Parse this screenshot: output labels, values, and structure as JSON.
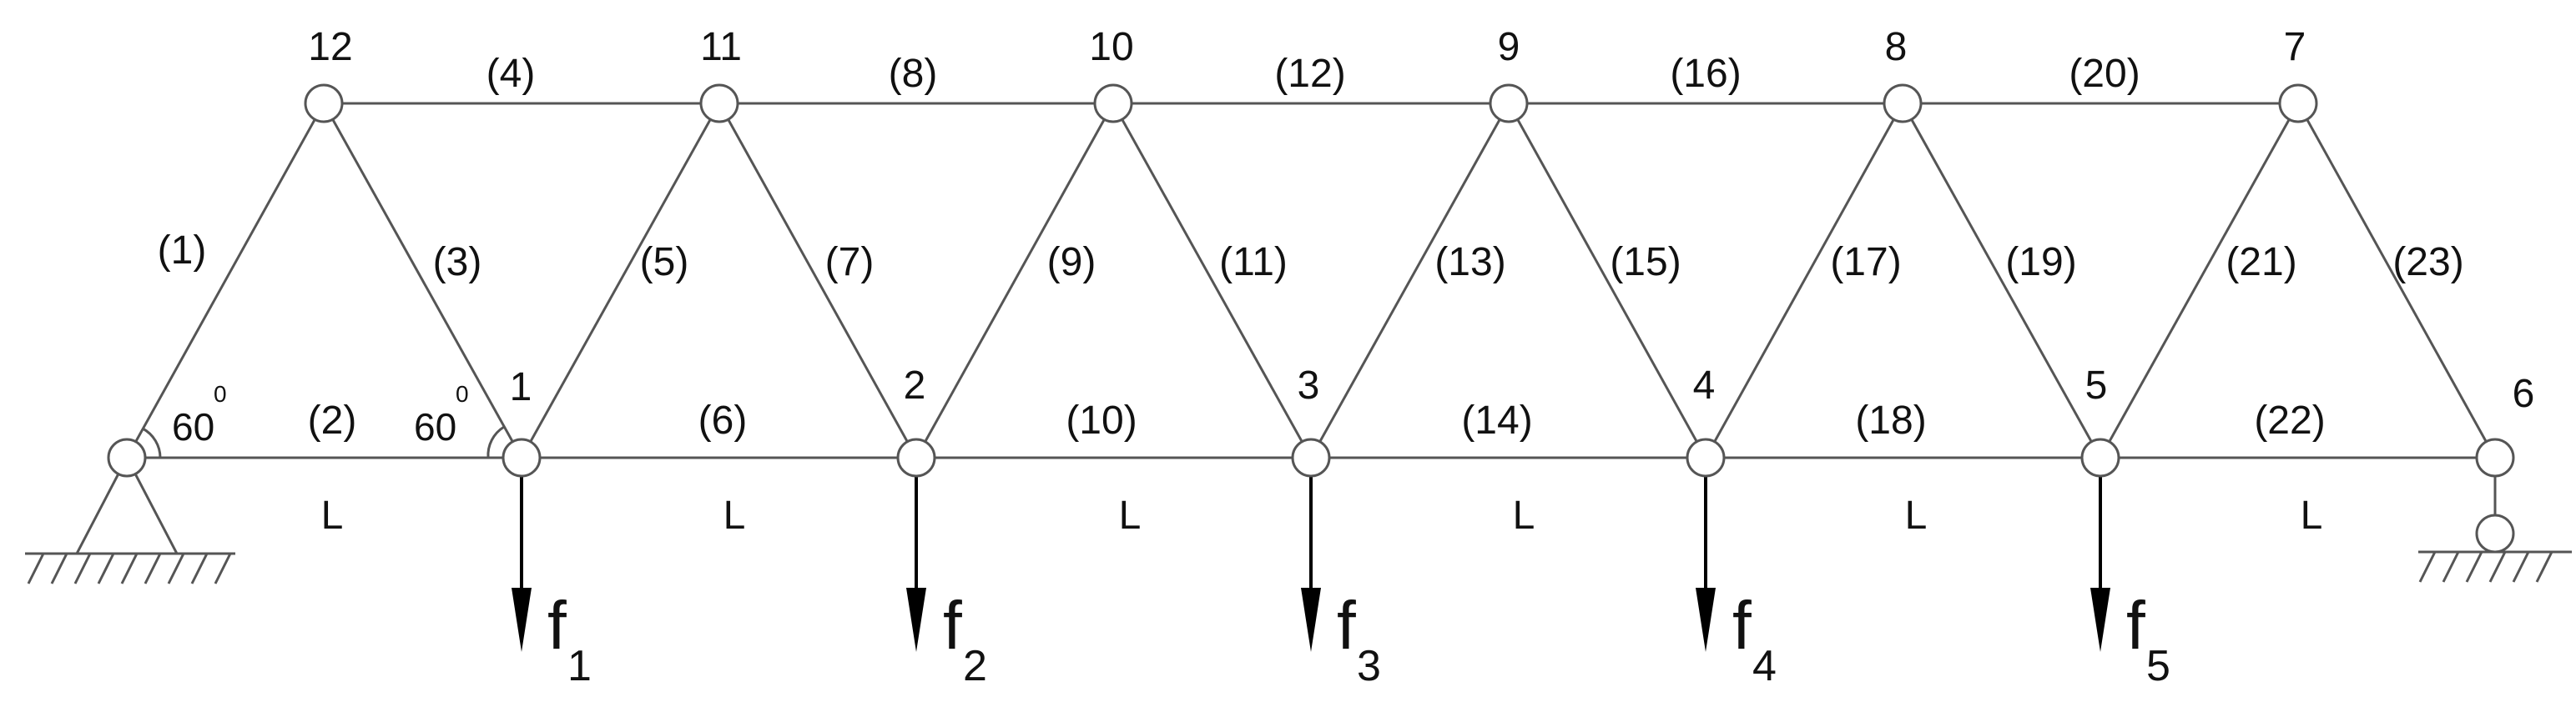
{
  "node_labels": [
    "1",
    "2",
    "3",
    "4",
    "5",
    "6",
    "7",
    "8",
    "9",
    "10",
    "11",
    "12"
  ],
  "member_labels": [
    "(1)",
    "(2)",
    "(3)",
    "(4)",
    "(5)",
    "(6)",
    "(7)",
    "(8)",
    "(9)",
    "(10)",
    "(11)",
    "(12)",
    "(13)",
    "(14)",
    "(15)",
    "(16)",
    "(17)",
    "(18)",
    "(19)",
    "(20)",
    "(21)",
    "(22)",
    "(23)"
  ],
  "span_labels": [
    "L",
    "L",
    "L",
    "L",
    "L",
    "L"
  ],
  "angle_labels": [
    {
      "value": "60",
      "unit": "0"
    },
    {
      "value": "60",
      "unit": "0"
    }
  ],
  "loads": [
    {
      "symbol": "f",
      "index": "1"
    },
    {
      "symbol": "f",
      "index": "2"
    },
    {
      "symbol": "f",
      "index": "3"
    },
    {
      "symbol": "f",
      "index": "4"
    },
    {
      "symbol": "f",
      "index": "5"
    }
  ]
}
